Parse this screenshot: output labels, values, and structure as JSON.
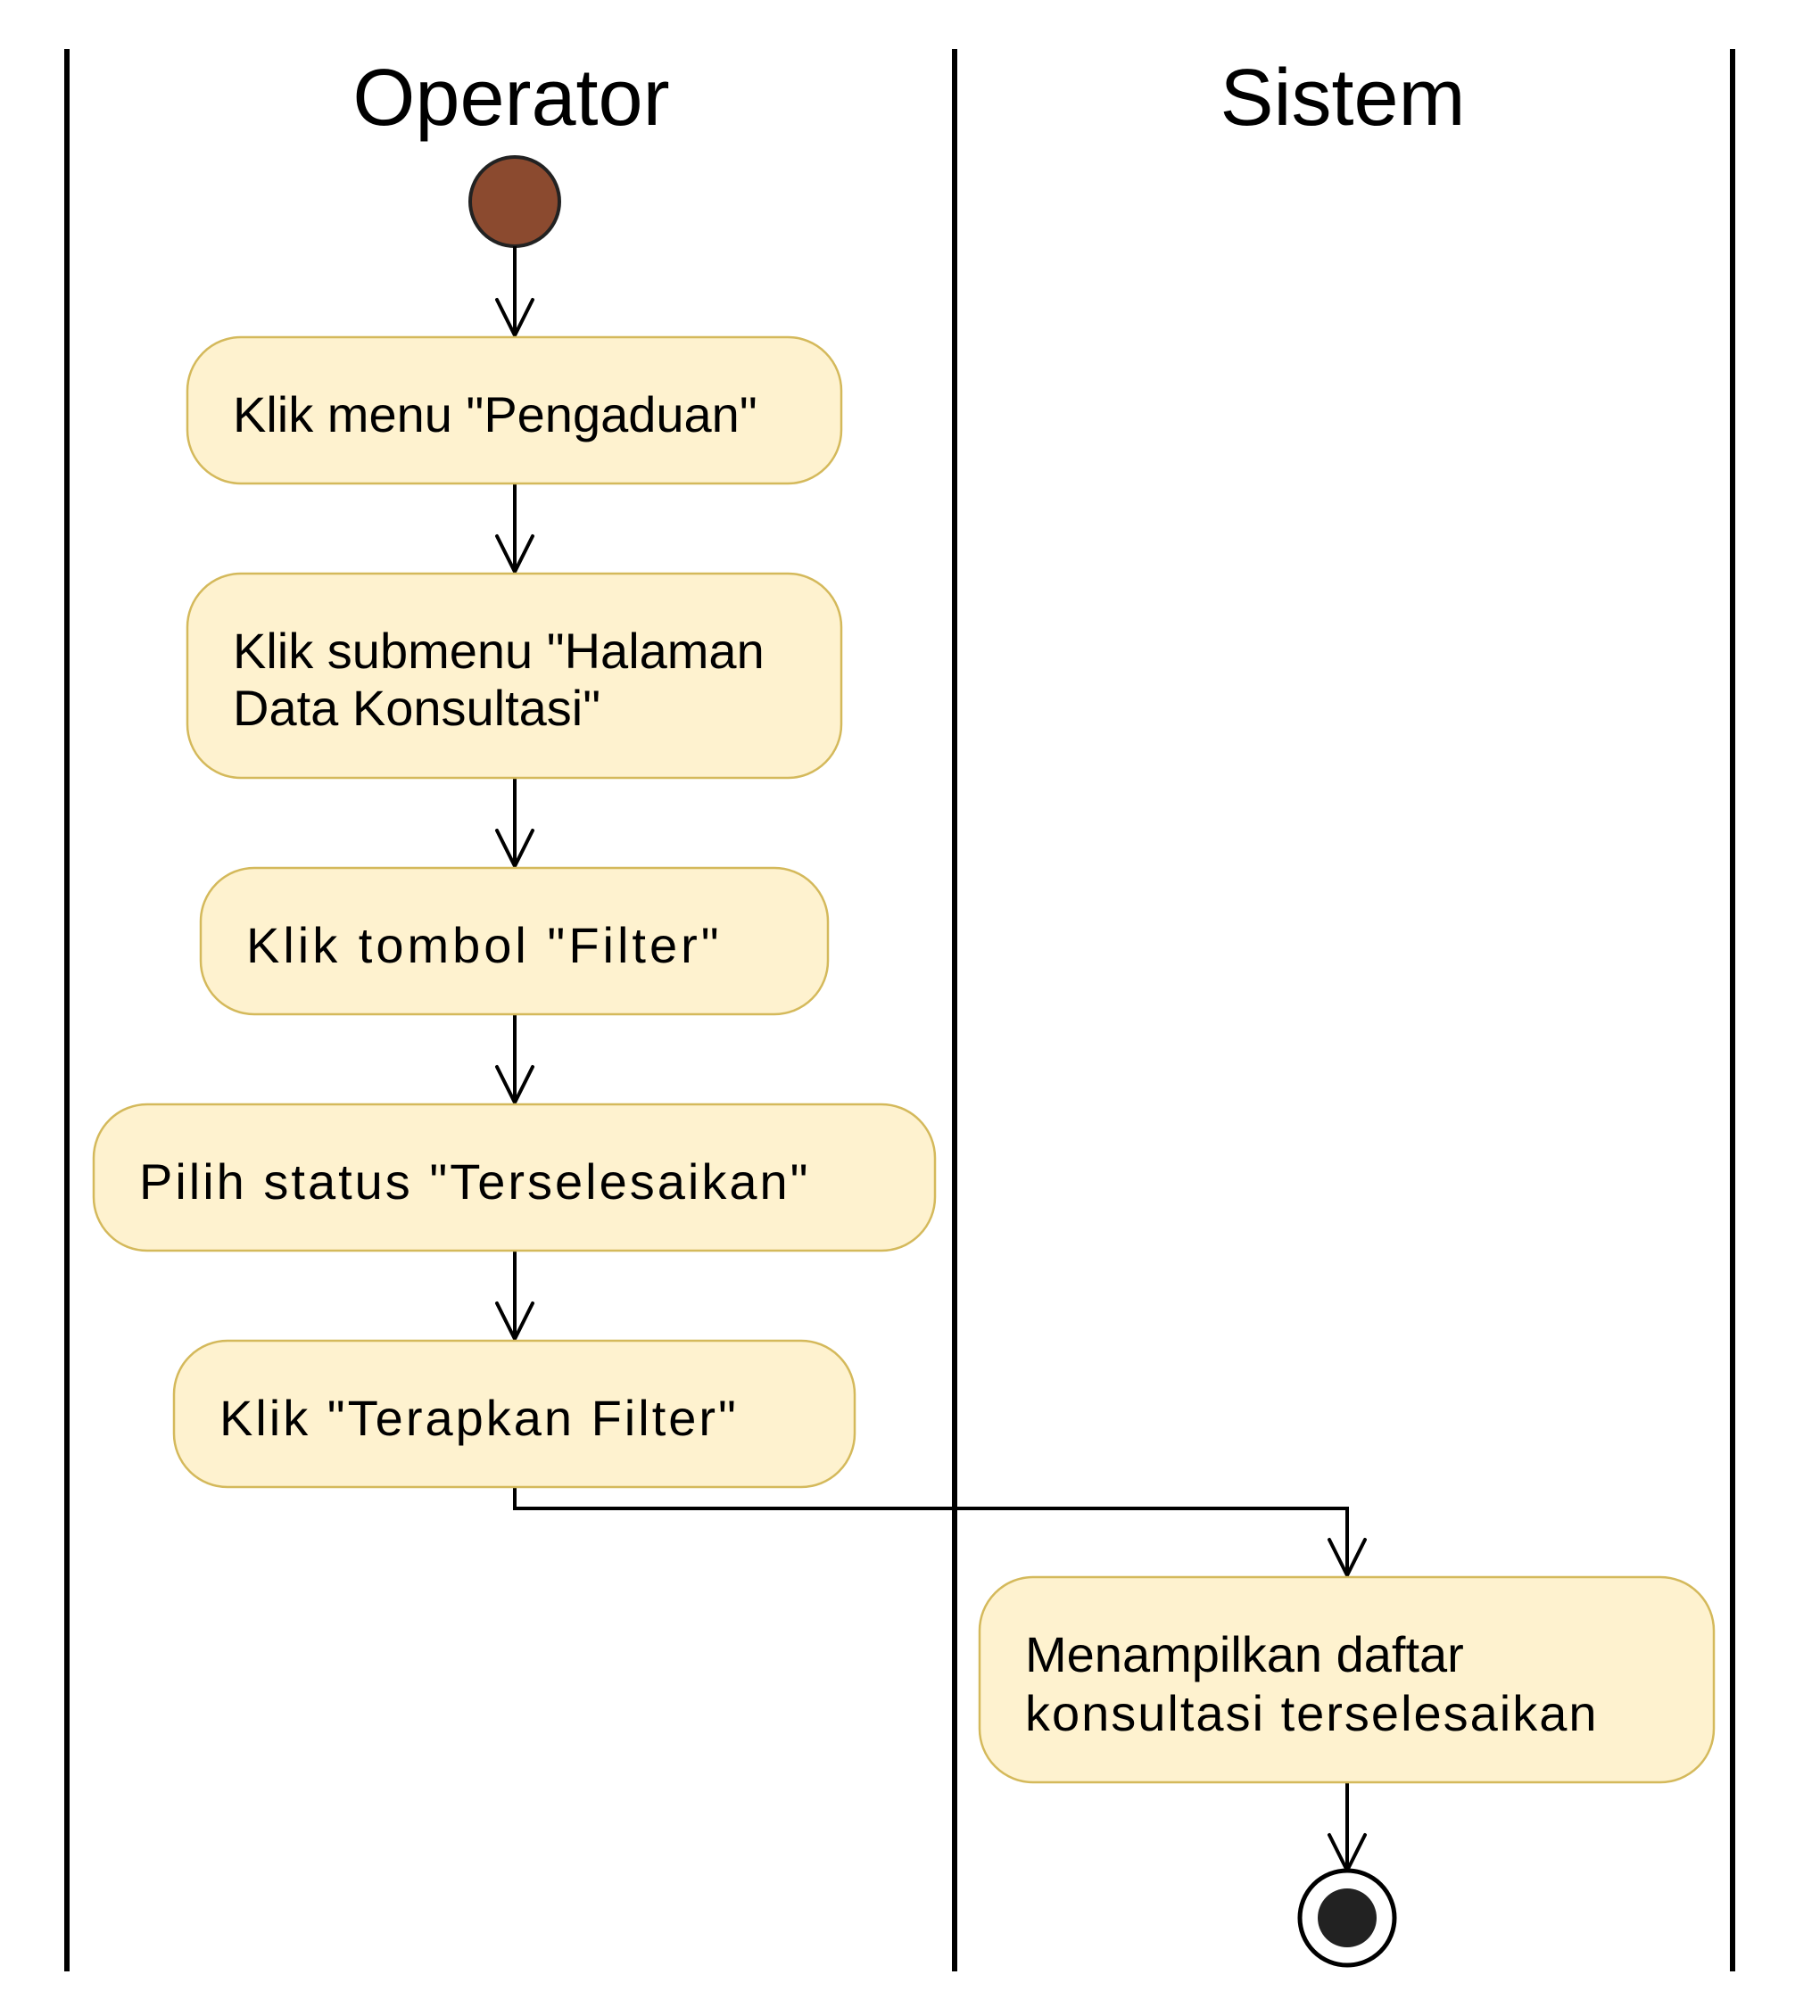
{
  "lanes": [
    {
      "id": "operator",
      "title": "Operator"
    },
    {
      "id": "sistem",
      "title": "Sistem"
    }
  ],
  "activities": [
    {
      "id": "a1",
      "lane": "operator",
      "lines": [
        "Klik menu \"Pengaduan\""
      ]
    },
    {
      "id": "a2",
      "lane": "operator",
      "lines": [
        "Klik submenu \"Halaman",
        "Data Konsultasi\""
      ]
    },
    {
      "id": "a3",
      "lane": "operator",
      "lines": [
        "Klik tombol \"Filter\""
      ]
    },
    {
      "id": "a4",
      "lane": "operator",
      "lines": [
        "Pilih status \"Terselesaikan\""
      ]
    },
    {
      "id": "a5",
      "lane": "operator",
      "lines": [
        "Klik \"Terapkan Filter\""
      ]
    },
    {
      "id": "a6",
      "lane": "sistem",
      "lines": [
        "Menampilkan daftar",
        "konsultasi terselesaikan"
      ]
    }
  ],
  "colors": {
    "activity_fill": "#fef2cf",
    "activity_border": "#d4b95b",
    "start_node": "#8b4a2f",
    "end_node": "#222222"
  }
}
